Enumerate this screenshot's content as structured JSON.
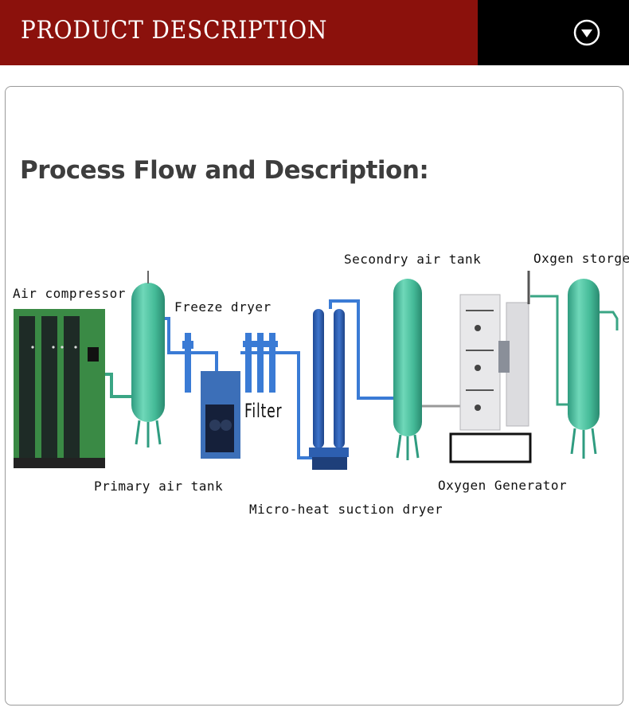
{
  "header": {
    "title": "PRODUCT DESCRIPTION",
    "toggle_icon": "chevron-down-circle-icon"
  },
  "content": {
    "heading": "Process Flow and Description:",
    "diagram": {
      "labels": {
        "air_compressor": "Air compressor",
        "primary_air_tank": "Primary air tank",
        "freeze_dryer": "Freeze dryer",
        "filter": "Filter",
        "micro_heat_dryer": "Micro-heat suction dryer",
        "secondary_air_tank": "Secondry air tank",
        "oxygen_generator": "Oxygen Generator",
        "oxygen_storage": "Oxgen storge"
      },
      "colors": {
        "compressor": "#3a8a45",
        "tank": "#4cc3a3",
        "dryer": "#2d5fb0",
        "pipe": "#3a7bd5"
      }
    }
  },
  "colors": {
    "header_red": "#8b110c",
    "header_black": "#000000",
    "heading": "#3d3d3d"
  }
}
